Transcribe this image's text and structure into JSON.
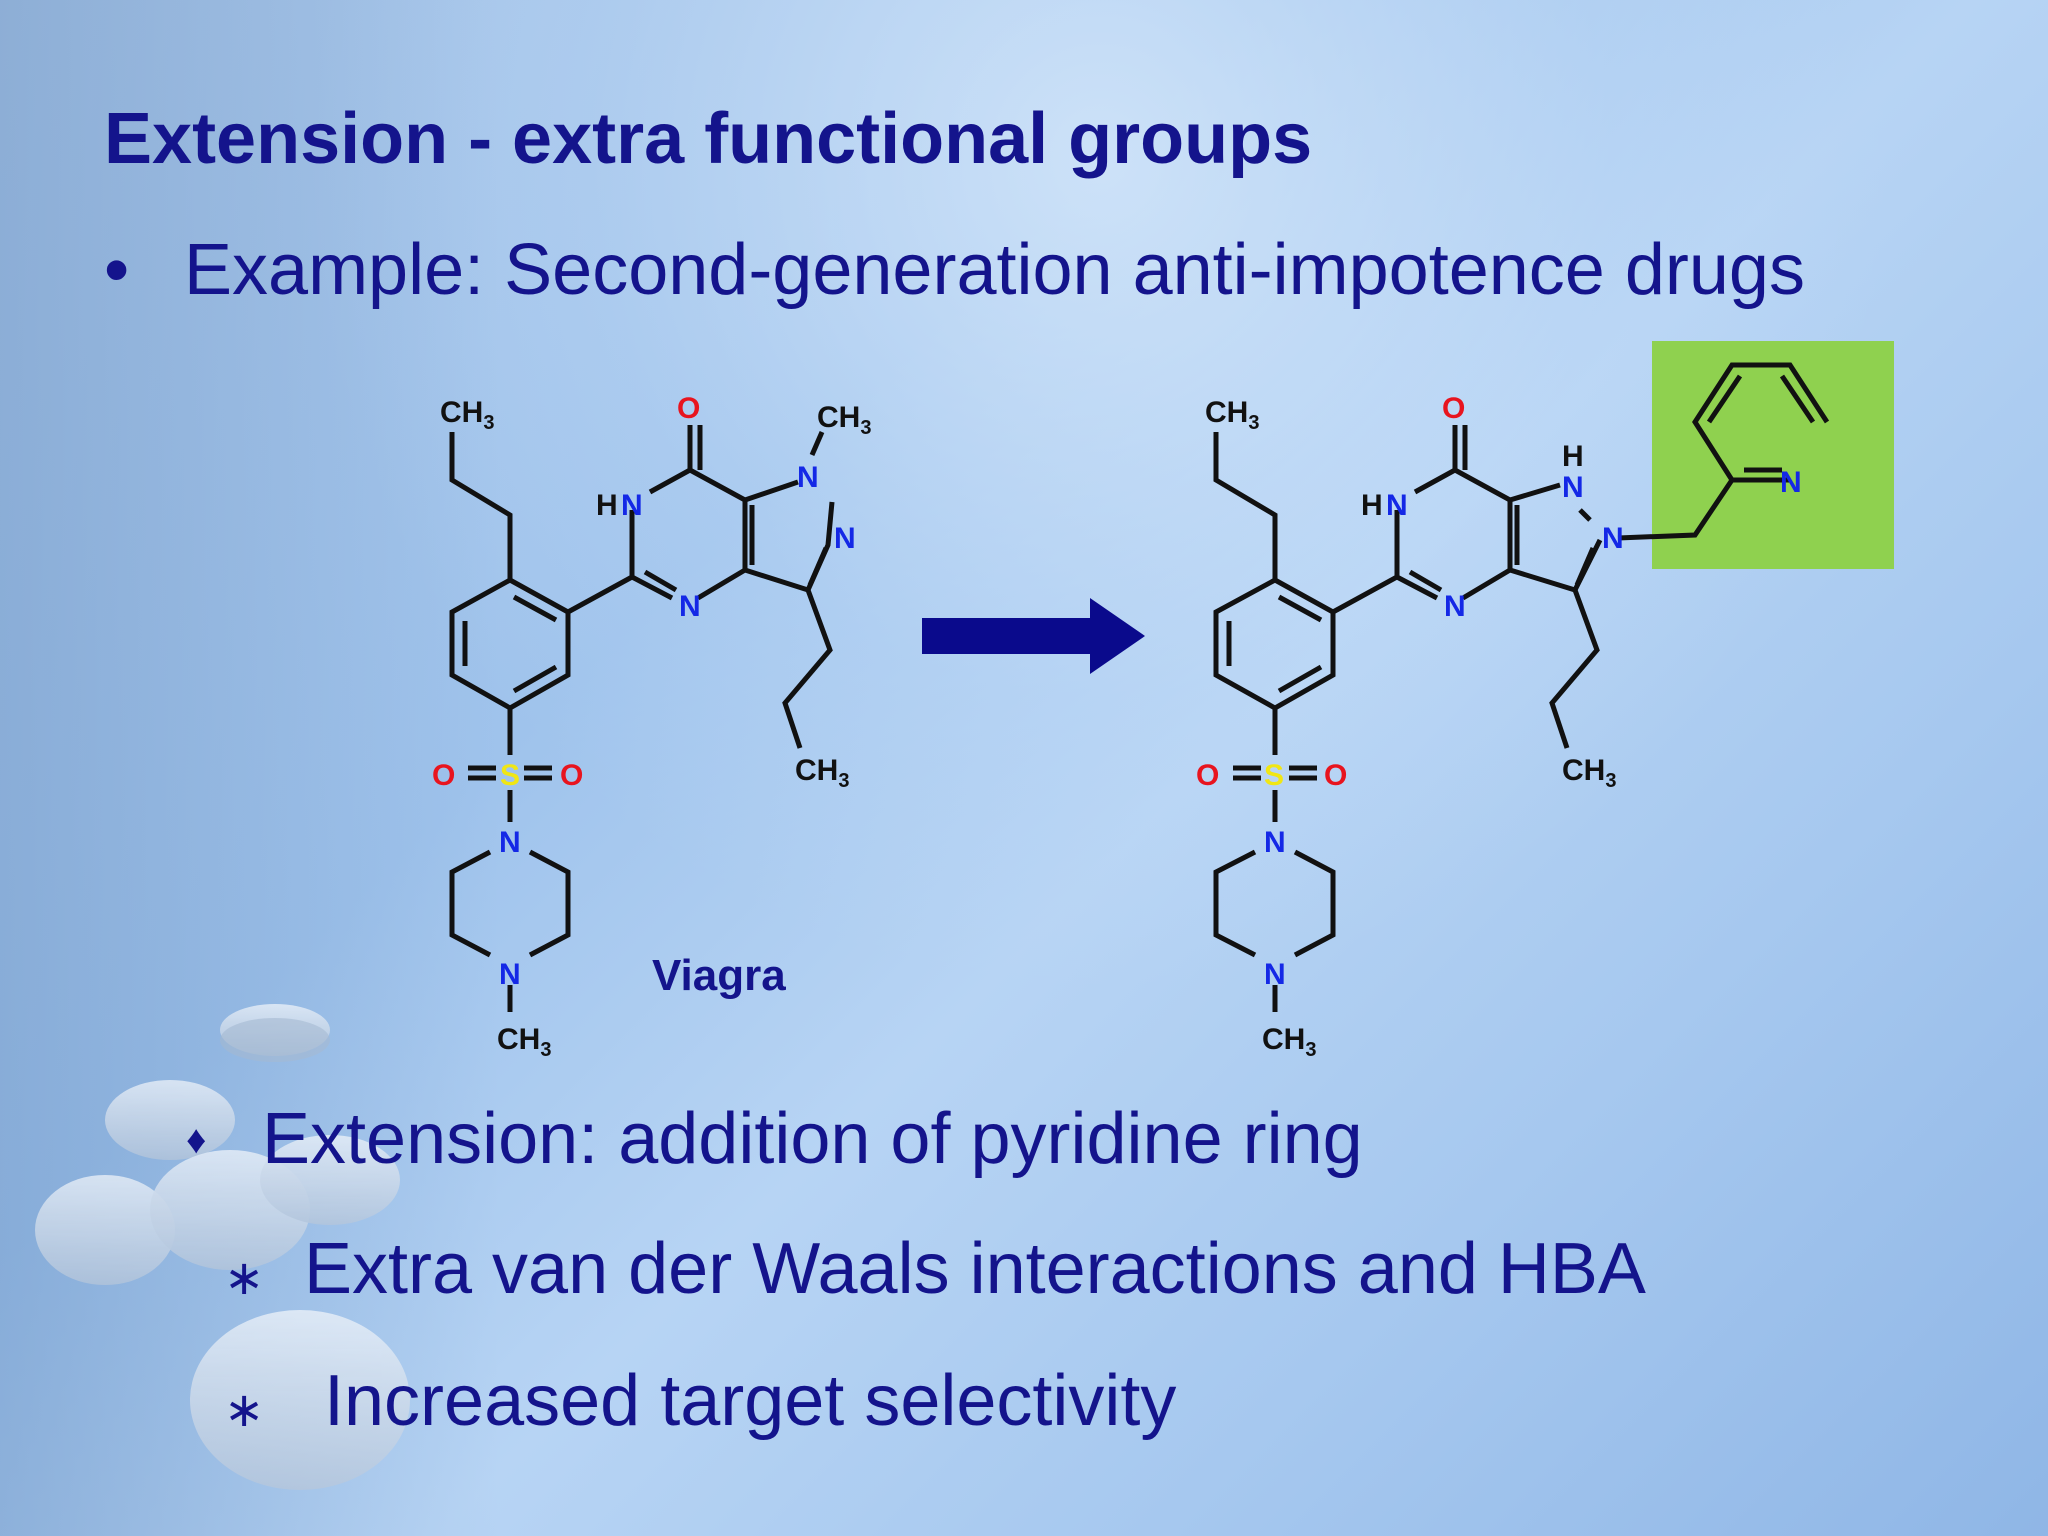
{
  "title": "Extension - extra functional groups",
  "bullet": {
    "marker": "•",
    "text": "Example: Second-generation anti-impotence drugs"
  },
  "points": [
    {
      "marker": "♦",
      "text": "Extension: addition of pyridine ring"
    },
    {
      "marker": "∗",
      "text": "Extra van der Waals interactions and HBA"
    },
    {
      "marker": "∗",
      "text": "Increased target selectivity"
    }
  ],
  "molecule_left": {
    "name": "Viagra",
    "labels": {
      "ch3": "CH",
      "three": "3",
      "o": "O",
      "n": "N",
      "hn": "HN",
      "s": "S",
      "h": "H"
    }
  },
  "colors": {
    "text": "#14148c",
    "oxygen": "#e8141e",
    "nitrogen": "#1428e6",
    "sulfur": "#f0e614",
    "bond": "#111111",
    "arrow": "#0a0a8c",
    "highlight": "#8fd14f"
  }
}
